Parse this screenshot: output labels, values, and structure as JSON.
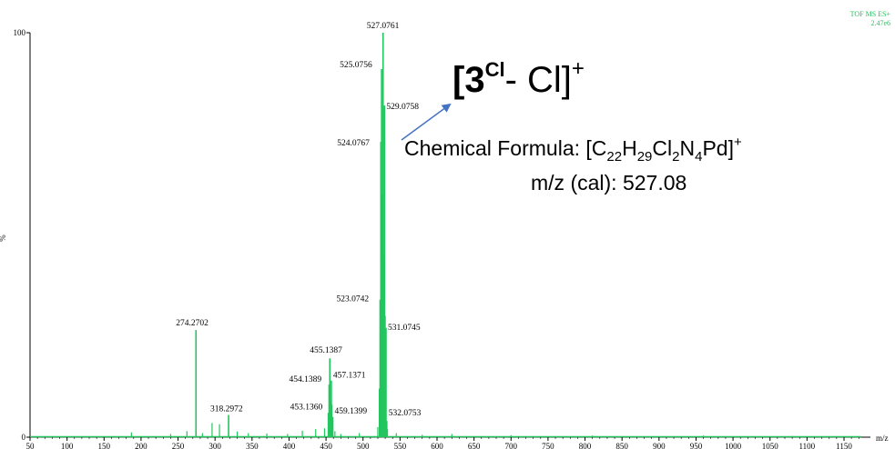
{
  "chart_data": {
    "type": "bar",
    "instrument": {
      "line1": "TOF MS ES+",
      "line2": "2.47e6"
    },
    "xlabel": "m/z",
    "ylabel": "%",
    "xlim": [
      50,
      1200
    ],
    "ylim": [
      0,
      100
    ],
    "x_ticks": [
      50,
      100,
      150,
      200,
      250,
      300,
      350,
      400,
      450,
      500,
      550,
      600,
      650,
      700,
      750,
      800,
      850,
      900,
      950,
      1000,
      1050,
      1100,
      1150
    ],
    "y_ticks": [
      0,
      100
    ],
    "series_color": "#22c55e",
    "peaks": [
      {
        "mz": 274.2702,
        "intensity": 26.5,
        "label": "274.2702"
      },
      {
        "mz": 318.2972,
        "intensity": 5.5,
        "label": "318.2972"
      },
      {
        "mz": 453.136,
        "intensity": 6.0,
        "label": "453.1360"
      },
      {
        "mz": 454.1389,
        "intensity": 13.0,
        "label": "454.1389"
      },
      {
        "mz": 455.1387,
        "intensity": 19.5,
        "label": "455.1387"
      },
      {
        "mz": 457.1371,
        "intensity": 14.0,
        "label": "457.1371"
      },
      {
        "mz": 459.1399,
        "intensity": 5.0,
        "label": "459.1399"
      },
      {
        "mz": 523.0742,
        "intensity": 34.0,
        "label": "523.0742"
      },
      {
        "mz": 524.0767,
        "intensity": 73.0,
        "label": "524.0767"
      },
      {
        "mz": 525.0756,
        "intensity": 91.0,
        "label": "525.0756"
      },
      {
        "mz": 527.0761,
        "intensity": 100.0,
        "label": "527.0761"
      },
      {
        "mz": 529.0758,
        "intensity": 82.0,
        "label": "529.0758"
      },
      {
        "mz": 531.0745,
        "intensity": 27.0,
        "label": "531.0745"
      },
      {
        "mz": 532.0753,
        "intensity": 4.0,
        "label": "532.0753"
      }
    ],
    "minor_peaks": [
      {
        "mz": 187,
        "intensity": 1.2
      },
      {
        "mz": 240,
        "intensity": 0.8
      },
      {
        "mz": 262,
        "intensity": 1.5
      },
      {
        "mz": 283,
        "intensity": 1.0
      },
      {
        "mz": 296,
        "intensity": 3.5
      },
      {
        "mz": 306,
        "intensity": 3.2
      },
      {
        "mz": 330,
        "intensity": 1.4
      },
      {
        "mz": 345,
        "intensity": 1.0
      },
      {
        "mz": 370,
        "intensity": 0.9
      },
      {
        "mz": 398,
        "intensity": 0.8
      },
      {
        "mz": 418,
        "intensity": 1.6
      },
      {
        "mz": 436,
        "intensity": 2.0
      },
      {
        "mz": 448,
        "intensity": 2.2
      },
      {
        "mz": 456,
        "intensity": 9.0
      },
      {
        "mz": 458,
        "intensity": 8.0
      },
      {
        "mz": 462,
        "intensity": 1.5
      },
      {
        "mz": 470,
        "intensity": 0.8
      },
      {
        "mz": 495,
        "intensity": 1.0
      },
      {
        "mz": 520,
        "intensity": 2.5
      },
      {
        "mz": 522,
        "intensity": 12.0
      },
      {
        "mz": 526,
        "intensity": 60.0
      },
      {
        "mz": 528,
        "intensity": 45.0
      },
      {
        "mz": 530,
        "intensity": 30.0
      },
      {
        "mz": 533,
        "intensity": 2.0
      },
      {
        "mz": 545,
        "intensity": 1.0
      },
      {
        "mz": 580,
        "intensity": 0.6
      },
      {
        "mz": 620,
        "intensity": 0.8
      },
      {
        "mz": 700,
        "intensity": 0.5
      },
      {
        "mz": 810,
        "intensity": 0.4
      },
      {
        "mz": 960,
        "intensity": 0.4
      },
      {
        "mz": 1080,
        "intensity": 0.3
      }
    ]
  },
  "annotation": {
    "ion_main": "[3",
    "ion_super": "Cl",
    "ion_rest": "- Cl]",
    "ion_charge": "+",
    "formula_prefix": "Chemical Formula: [C",
    "formula_c_sub": "22",
    "formula_h": "H",
    "formula_h_sub": "29",
    "formula_cl": "Cl",
    "formula_cl_sub": "2",
    "formula_n": "N",
    "formula_n_sub": "4",
    "formula_pd": "Pd]",
    "formula_charge": "+",
    "mz_cal": "m/z (cal): 527.08",
    "arrow_color": "#4472c4"
  }
}
